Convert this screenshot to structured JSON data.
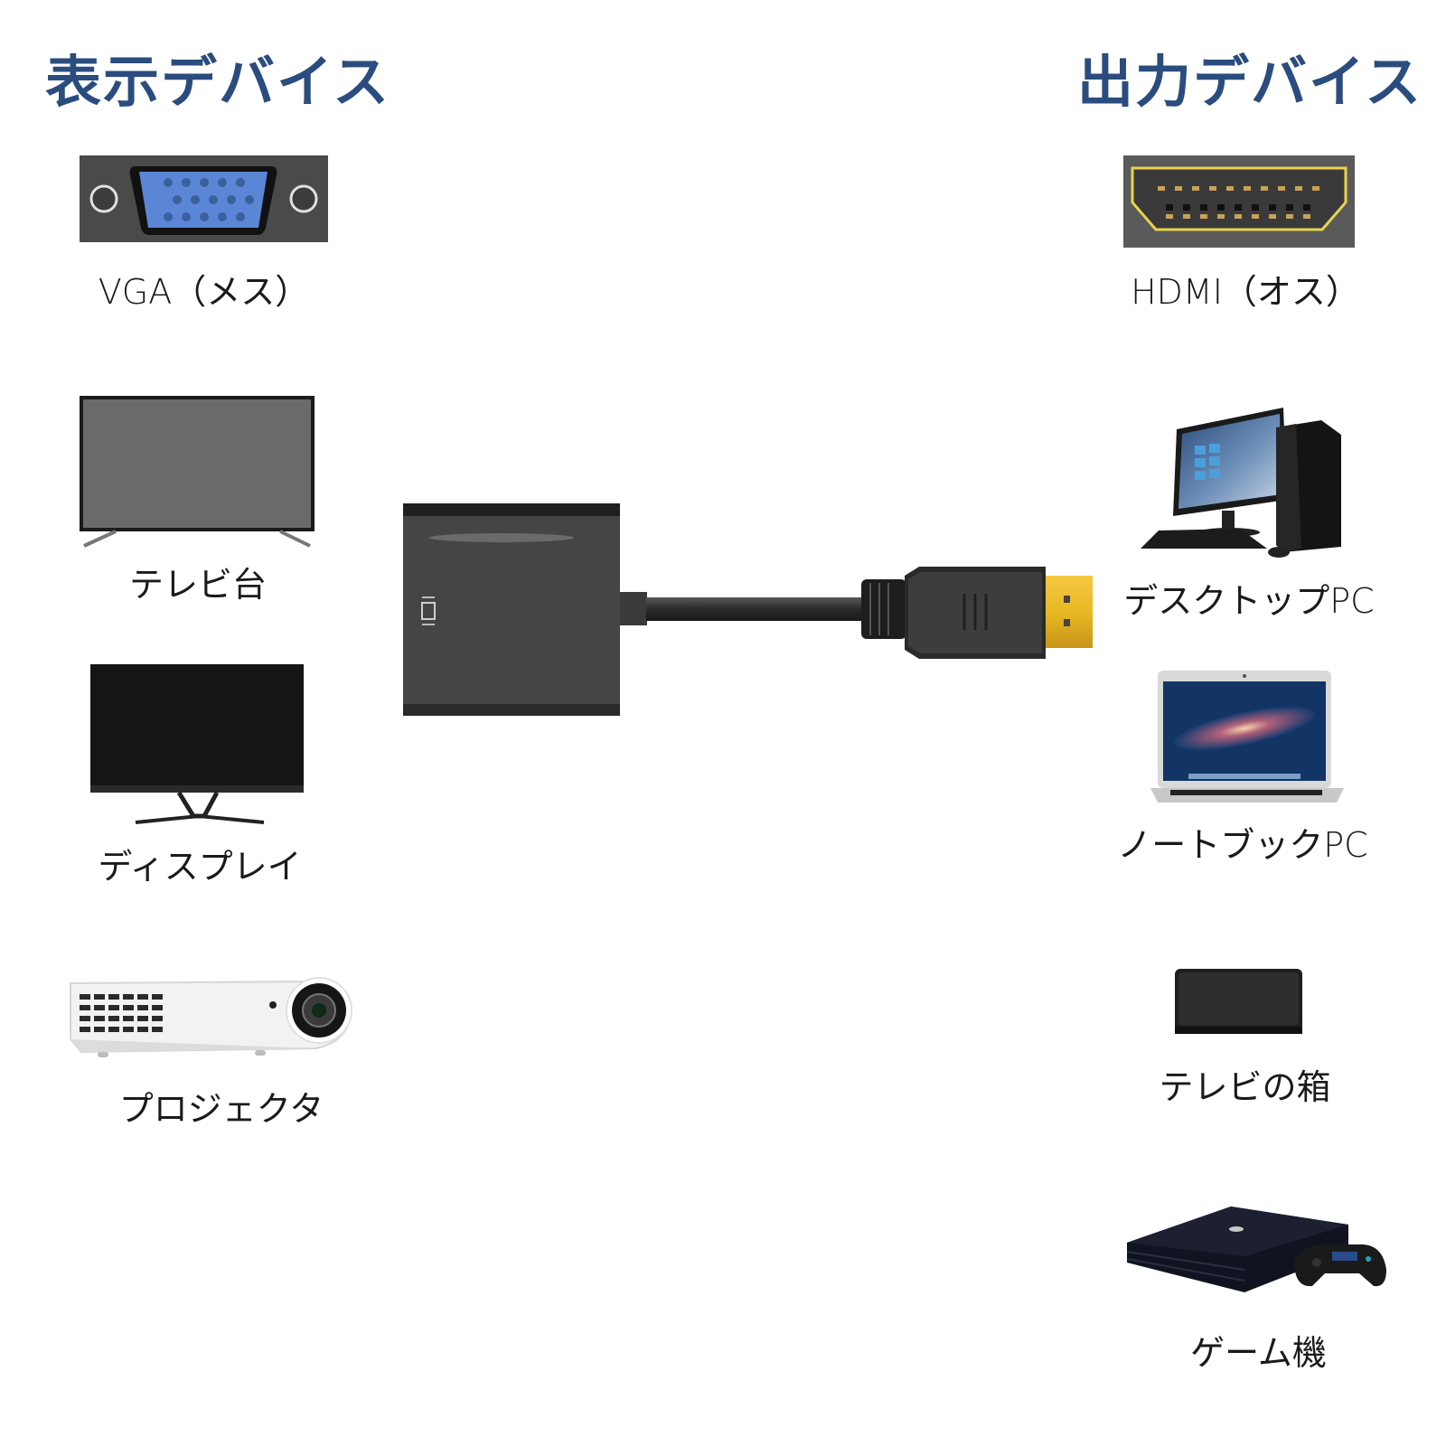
{
  "left_column": {
    "heading": "表示デバイス",
    "connector": {
      "label": "VGA（メス）",
      "icon": "vga-port-icon",
      "colors": {
        "plate": "#4a4a4a",
        "port": "#5b86d6"
      }
    },
    "devices": [
      {
        "label": "テレビ台",
        "icon": "tv-icon"
      },
      {
        "label": "ディスプレイ",
        "icon": "monitor-icon"
      },
      {
        "label": "プロジェクタ",
        "icon": "projector-icon"
      }
    ]
  },
  "right_column": {
    "heading": "出力デバイス",
    "connector": {
      "label": "HDMI（オス）",
      "icon": "hdmi-port-icon",
      "colors": {
        "plate": "#5a5a5a",
        "outline": "#e8d44d"
      }
    },
    "devices": [
      {
        "label": "デスクトップPC",
        "icon": "desktop-pc-icon"
      },
      {
        "label": "ノートブックPC",
        "icon": "laptop-icon"
      },
      {
        "label": "テレビの箱",
        "icon": "tv-box-icon"
      },
      {
        "label": "ゲーム機",
        "icon": "game-console-icon"
      }
    ]
  },
  "adapter": {
    "description": "HDMI to VGA adapter",
    "colors": {
      "body": "#3a3a3a",
      "plug": "#e8b923"
    }
  },
  "colors": {
    "heading": "#2b4c7e",
    "label": "#1a1a1a",
    "background": "#ffffff"
  }
}
